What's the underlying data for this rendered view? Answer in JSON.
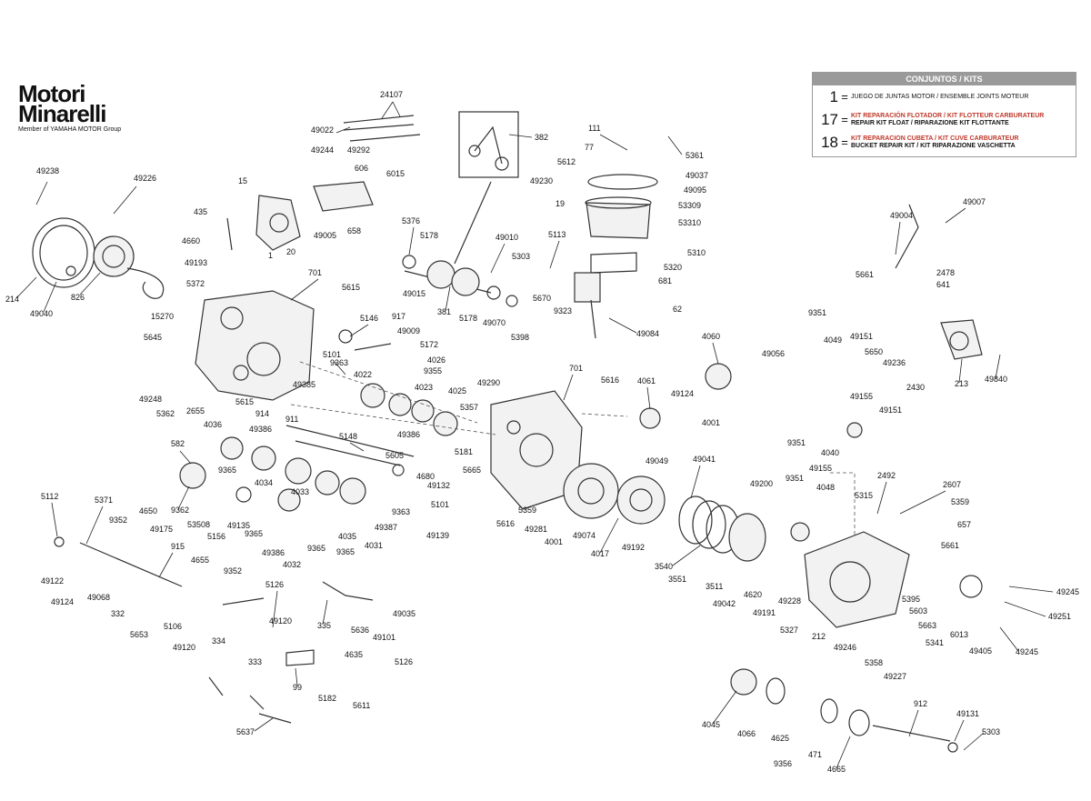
{
  "logo": {
    "line1": "Motori",
    "line2": "Minarelli",
    "subtitle": "Member of YAMAHA MOTOR Group"
  },
  "kits": {
    "title": "CONJUNTOS  /  KITS",
    "rows": [
      {
        "number": "1",
        "eq": "=",
        "line1": "JUEGO DE JUNTAS MOTOR / ENSEMBLE JOINTS MOTEUR",
        "line2": ""
      },
      {
        "number": "17",
        "eq": "=",
        "line1": "KIT REPARACIÓN FLOTADOR / KIT FLOTTEUR CARBURATEUR",
        "line2": "REPAIR KIT FLOAT / RIPARAZIONE KIT FLOTTANTE"
      },
      {
        "number": "18",
        "eq": "=",
        "line1": "KIT REPARACION CUBETA / KIT CUVE CARBURATEUR",
        "line2": "BUCKET REPAIR KIT / KIT RIPARAZIONE VASCHETTA"
      }
    ]
  },
  "labels": [
    {
      "id": "l0",
      "text": "24107"
    },
    {
      "id": "l1",
      "text": "49022"
    },
    {
      "id": "l2",
      "text": "382"
    },
    {
      "id": "l3",
      "text": "49244"
    },
    {
      "id": "l4",
      "text": "49292"
    },
    {
      "id": "l5",
      "text": "606"
    },
    {
      "id": "l6",
      "text": "6015"
    },
    {
      "id": "l7",
      "text": "15"
    },
    {
      "id": "l8",
      "text": "49238"
    },
    {
      "id": "l9",
      "text": "49226"
    },
    {
      "id": "l10",
      "text": "435"
    },
    {
      "id": "l11",
      "text": "4660"
    },
    {
      "id": "l12",
      "text": "49193"
    },
    {
      "id": "l13",
      "text": "5372"
    },
    {
      "id": "l14",
      "text": "214"
    },
    {
      "id": "l15",
      "text": "826"
    },
    {
      "id": "l16",
      "text": "49040"
    },
    {
      "id": "l17",
      "text": "1"
    },
    {
      "id": "l18",
      "text": "20"
    },
    {
      "id": "l19",
      "text": "49005"
    },
    {
      "id": "l20",
      "text": "658"
    },
    {
      "id": "l21",
      "text": "5376"
    },
    {
      "id": "l22",
      "text": "5178"
    },
    {
      "id": "l23",
      "text": "49015"
    },
    {
      "id": "l24",
      "text": "381"
    },
    {
      "id": "l25",
      "text": "5178"
    },
    {
      "id": "l26",
      "text": "49070"
    },
    {
      "id": "l27",
      "text": "5398"
    },
    {
      "id": "l28",
      "text": "49010"
    },
    {
      "id": "l29",
      "text": "5303"
    },
    {
      "id": "l30",
      "text": "701"
    },
    {
      "id": "l31",
      "text": "5615"
    },
    {
      "id": "l32",
      "text": "15270"
    },
    {
      "id": "l33",
      "text": "5146"
    },
    {
      "id": "l34",
      "text": "917"
    },
    {
      "id": "l35",
      "text": "49009"
    },
    {
      "id": "l36",
      "text": "5645"
    },
    {
      "id": "l37",
      "text": "5101"
    },
    {
      "id": "l38",
      "text": "5172"
    },
    {
      "id": "l39",
      "text": "9363"
    },
    {
      "id": "l40",
      "text": "4022"
    },
    {
      "id": "l41",
      "text": "4026"
    },
    {
      "id": "l42",
      "text": "9355"
    },
    {
      "id": "l43",
      "text": "49248"
    },
    {
      "id": "l44",
      "text": "5362"
    },
    {
      "id": "l45",
      "text": "2655"
    },
    {
      "id": "l46",
      "text": "5615"
    },
    {
      "id": "l47",
      "text": "49385"
    },
    {
      "id": "l48",
      "text": "4023"
    },
    {
      "id": "l49",
      "text": "4025"
    },
    {
      "id": "l50",
      "text": "914"
    },
    {
      "id": "l51",
      "text": "911"
    },
    {
      "id": "l52",
      "text": "4036"
    },
    {
      "id": "l53",
      "text": "49386"
    },
    {
      "id": "l54",
      "text": "5148"
    },
    {
      "id": "l55",
      "text": "49386"
    },
    {
      "id": "l56",
      "text": "5181"
    },
    {
      "id": "l57",
      "text": "582"
    },
    {
      "id": "l58",
      "text": "5605"
    },
    {
      "id": "l59",
      "text": "4680"
    },
    {
      "id": "l60",
      "text": "9365"
    },
    {
      "id": "l61",
      "text": "4034"
    },
    {
      "id": "l62",
      "text": "49132"
    },
    {
      "id": "l63",
      "text": "5101"
    },
    {
      "id": "l64",
      "text": "4033"
    },
    {
      "id": "l65",
      "text": "9363"
    },
    {
      "id": "l66",
      "text": "9362"
    },
    {
      "id": "l67",
      "text": "53508"
    },
    {
      "id": "l68",
      "text": "5156"
    },
    {
      "id": "l69",
      "text": "49135"
    },
    {
      "id": "l70",
      "text": "9365"
    },
    {
      "id": "l71",
      "text": "4035"
    },
    {
      "id": "l72",
      "text": "49387"
    },
    {
      "id": "l73",
      "text": "49139"
    },
    {
      "id": "l74",
      "text": "5112"
    },
    {
      "id": "l75",
      "text": "5371"
    },
    {
      "id": "l76",
      "text": "4650"
    },
    {
      "id": "l77",
      "text": "9352"
    },
    {
      "id": "l78",
      "text": "49175"
    },
    {
      "id": "l79",
      "text": "49386"
    },
    {
      "id": "l80",
      "text": "9365"
    },
    {
      "id": "l81",
      "text": "9365"
    },
    {
      "id": "l82",
      "text": "4031"
    },
    {
      "id": "l83",
      "text": "915"
    },
    {
      "id": "l84",
      "text": "4032"
    },
    {
      "id": "l85",
      "text": "4655"
    },
    {
      "id": "l86",
      "text": "49122"
    },
    {
      "id": "l87",
      "text": "9352"
    },
    {
      "id": "l88",
      "text": "49124"
    },
    {
      "id": "l89",
      "text": "49068"
    },
    {
      "id": "l90",
      "text": "332"
    },
    {
      "id": "l91",
      "text": "5126"
    },
    {
      "id": "l92",
      "text": "5653"
    },
    {
      "id": "l93",
      "text": "5106"
    },
    {
      "id": "l94",
      "text": "335"
    },
    {
      "id": "l95",
      "text": "5636"
    },
    {
      "id": "l96",
      "text": "49035"
    },
    {
      "id": "l97",
      "text": "49101"
    },
    {
      "id": "l98",
      "text": "49120"
    },
    {
      "id": "l99",
      "text": "49120"
    },
    {
      "id": "l100",
      "text": "334"
    },
    {
      "id": "l101",
      "text": "4635"
    },
    {
      "id": "l102",
      "text": "5126"
    },
    {
      "id": "l103",
      "text": "333"
    },
    {
      "id": "l104",
      "text": "99"
    },
    {
      "id": "l105",
      "text": "5182"
    },
    {
      "id": "l106",
      "text": "5611"
    },
    {
      "id": "l107",
      "text": "5637"
    },
    {
      "id": "l108",
      "text": "111"
    },
    {
      "id": "l109",
      "text": "5361"
    },
    {
      "id": "l110",
      "text": "77"
    },
    {
      "id": "l111",
      "text": "5612"
    },
    {
      "id": "l112",
      "text": "49037"
    },
    {
      "id": "l113",
      "text": "49230"
    },
    {
      "id": "l114",
      "text": "49095"
    },
    {
      "id": "l115",
      "text": "53309"
    },
    {
      "id": "l116",
      "text": "19"
    },
    {
      "id": "l117",
      "text": "53310"
    },
    {
      "id": "l118",
      "text": "5113"
    },
    {
      "id": "l119",
      "text": "5310"
    },
    {
      "id": "l120",
      "text": "5320"
    },
    {
      "id": "l121",
      "text": "681"
    },
    {
      "id": "l122",
      "text": "5670"
    },
    {
      "id": "l123",
      "text": "9323"
    },
    {
      "id": "l124",
      "text": "62"
    },
    {
      "id": "l125",
      "text": "49084"
    },
    {
      "id": "l126",
      "text": "701"
    },
    {
      "id": "l127",
      "text": "5616"
    },
    {
      "id": "l128",
      "text": "4060"
    },
    {
      "id": "l129",
      "text": "49056"
    },
    {
      "id": "l130",
      "text": "49290"
    },
    {
      "id": "l131",
      "text": "4061"
    },
    {
      "id": "l132",
      "text": "49124"
    },
    {
      "id": "l133",
      "text": "5357"
    },
    {
      "id": "l134",
      "text": "4001"
    },
    {
      "id": "l135",
      "text": "49049"
    },
    {
      "id": "l136",
      "text": "5665"
    },
    {
      "id": "l137",
      "text": "49041"
    },
    {
      "id": "l138",
      "text": "5359"
    },
    {
      "id": "l139",
      "text": "49281"
    },
    {
      "id": "l140",
      "text": "5616"
    },
    {
      "id": "l141",
      "text": "4001"
    },
    {
      "id": "l142",
      "text": "49074"
    },
    {
      "id": "l143",
      "text": "4017"
    },
    {
      "id": "l144",
      "text": "49192"
    },
    {
      "id": "l145",
      "text": "49200"
    },
    {
      "id": "l146",
      "text": "3540"
    },
    {
      "id": "l147",
      "text": "3551"
    },
    {
      "id": "l148",
      "text": "3511"
    },
    {
      "id": "l149",
      "text": "4620"
    },
    {
      "id": "l150",
      "text": "49042"
    },
    {
      "id": "l151",
      "text": "49191"
    },
    {
      "id": "l152",
      "text": "49228"
    },
    {
      "id": "l153",
      "text": "49004"
    },
    {
      "id": "l154",
      "text": "49007"
    },
    {
      "id": "l155",
      "text": "5661"
    },
    {
      "id": "l156",
      "text": "2478"
    },
    {
      "id": "l157",
      "text": "641"
    },
    {
      "id": "l158",
      "text": "9351"
    },
    {
      "id": "l159",
      "text": "4049"
    },
    {
      "id": "l160",
      "text": "49151"
    },
    {
      "id": "l161",
      "text": "5650"
    },
    {
      "id": "l162",
      "text": "49236"
    },
    {
      "id": "l163",
      "text": "2430"
    },
    {
      "id": "l164",
      "text": "213"
    },
    {
      "id": "l165",
      "text": "49840"
    },
    {
      "id": "l166",
      "text": "49155"
    },
    {
      "id": "l167",
      "text": "49151"
    },
    {
      "id": "l168",
      "text": "9351"
    },
    {
      "id": "l169",
      "text": "4040"
    },
    {
      "id": "l170",
      "text": "49155"
    },
    {
      "id": "l171",
      "text": "9351"
    },
    {
      "id": "l172",
      "text": "2492"
    },
    {
      "id": "l173",
      "text": "4048"
    },
    {
      "id": "l174",
      "text": "2607"
    },
    {
      "id": "l175",
      "text": "5315"
    },
    {
      "id": "l176",
      "text": "5359"
    },
    {
      "id": "l177",
      "text": "657"
    },
    {
      "id": "l178",
      "text": "5661"
    },
    {
      "id": "l179",
      "text": "5395"
    },
    {
      "id": "l180",
      "text": "5603"
    },
    {
      "id": "l181",
      "text": "49245"
    },
    {
      "id": "l182",
      "text": "5663"
    },
    {
      "id": "l183",
      "text": "49251"
    },
    {
      "id": "l184",
      "text": "5327"
    },
    {
      "id": "l185",
      "text": "212"
    },
    {
      "id": "l186",
      "text": "49246"
    },
    {
      "id": "l187",
      "text": "5341"
    },
    {
      "id": "l188",
      "text": "6013"
    },
    {
      "id": "l189",
      "text": "49405"
    },
    {
      "id": "l190",
      "text": "49245"
    },
    {
      "id": "l191",
      "text": "5358"
    },
    {
      "id": "l192",
      "text": "49227"
    },
    {
      "id": "l193",
      "text": "912"
    },
    {
      "id": "l194",
      "text": "4045"
    },
    {
      "id": "l195",
      "text": "4066"
    },
    {
      "id": "l196",
      "text": "4625"
    },
    {
      "id": "l197",
      "text": "49131"
    },
    {
      "id": "l198",
      "text": "5303"
    },
    {
      "id": "l199",
      "text": "9356"
    },
    {
      "id": "l200",
      "text": "471"
    },
    {
      "id": "l201",
      "text": "4665"
    }
  ]
}
